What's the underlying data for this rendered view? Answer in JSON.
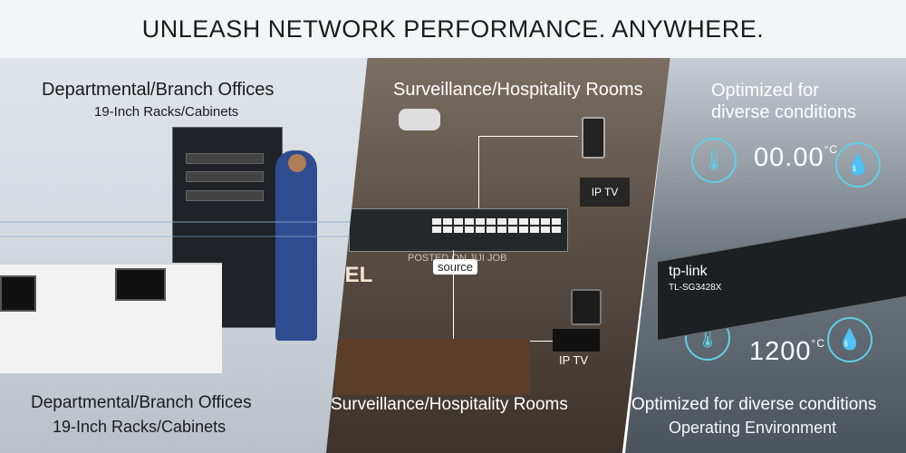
{
  "title": "UNLEASH NETWORK PERFORMANCE. ANYWHERE.",
  "panels": {
    "left": {
      "heading": "Departmental/Branch Offices",
      "subheading": "19-Inch Racks/Cabinets",
      "bottom_heading": "Departmental/Branch Offices",
      "bottom_subheading": "19-Inch Racks/Cabinets"
    },
    "middle": {
      "heading": "Surveillance/Hospitality Rooms",
      "source": "source",
      "ip_tv_top": "IP TV",
      "ip_tv_bottom": "IP TV",
      "bottom_heading": "Surveillance/Hospitality Rooms",
      "hotel_sign": "TEL",
      "watermark": "POSTED ON JIJI JOB"
    },
    "right": {
      "heading": "Optimized for diverse conditions",
      "bottom_heading": "Optimized for diverse conditions",
      "bottom_subheading": "Operating Environment",
      "temp_high": "00.00",
      "temp_low": "1200",
      "degree_unit": "°C",
      "brand": "tp-link",
      "model": "TL-SG3428X"
    }
  }
}
